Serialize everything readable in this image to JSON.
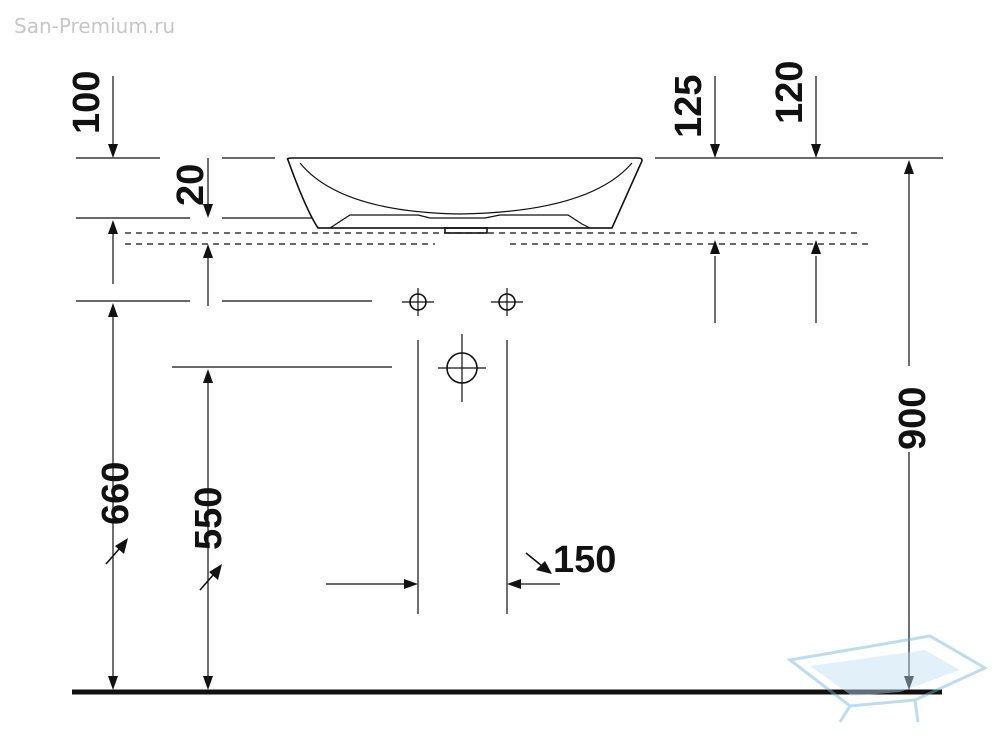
{
  "watermark": {
    "text": "San-Premium.ru"
  },
  "dimensions": {
    "top_left": "100",
    "basin_height": "20",
    "top_mid": "125",
    "top_right": "120",
    "total_height": "900",
    "left_height": "660",
    "drain_height": "550",
    "spacing": "150"
  },
  "logo": {
    "name": "watermark-logo",
    "color": "#6fb4dc"
  }
}
